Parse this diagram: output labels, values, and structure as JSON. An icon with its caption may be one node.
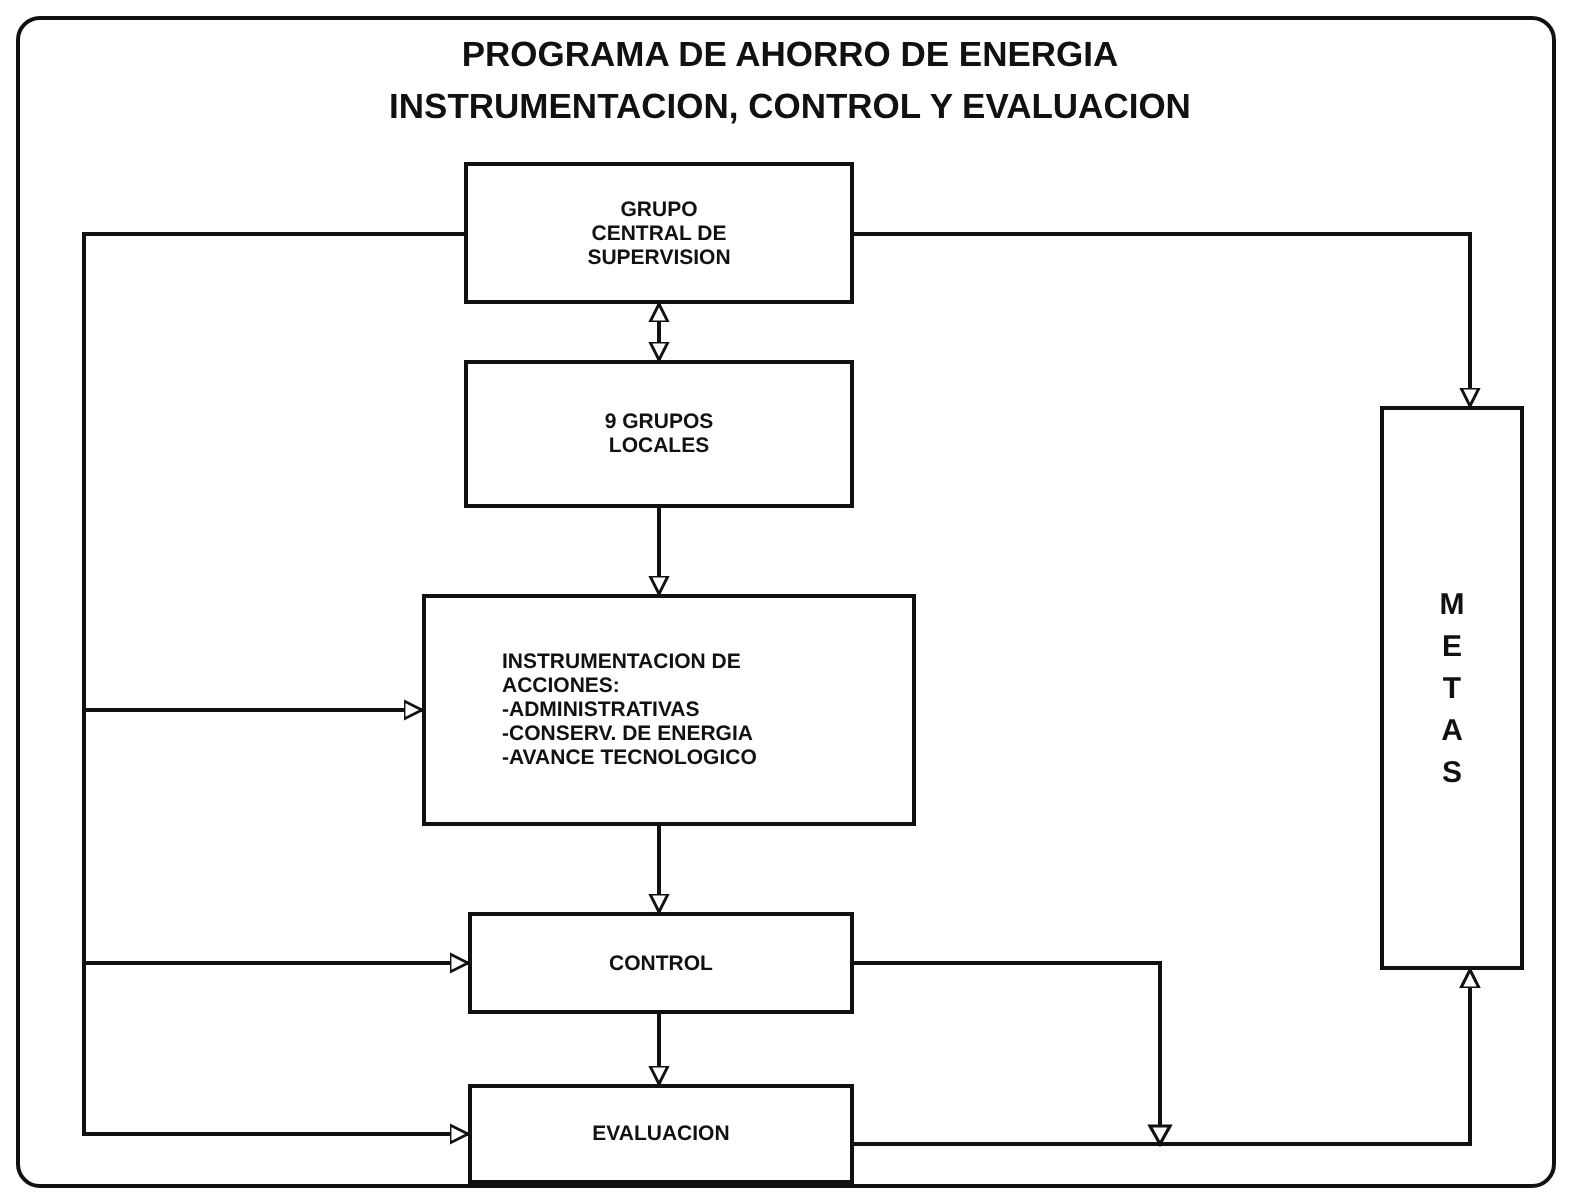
{
  "diagram": {
    "title": "PROGRAMA DE AHORRO DE ENERGIA INSTRUMENTACION, CONTROL Y EVALUACION",
    "nodes": [
      {
        "text": [
          "GRUPO CENTRAL DE SUPERVISION"
        ]
      },
      {
        "text": [
          "9 GRUPOS LOCALES"
        ]
      },
      {
        "text": [
          "INSTRUMENTACION DE ACCIONES:",
          "-ADMINISTRATIVAS",
          "-CONSERV. DE ENERGIA",
          "-AVANCE TECNOLOGICO"
        ]
      },
      {
        "text": [
          "CONTROL"
        ]
      },
      {
        "text": [
          "EVALUACION"
        ]
      },
      {
        "text": [
          "METAS"
        ]
      }
    ],
    "edges": [
      {
        "from": 0,
        "to": 1,
        "arrow": "both"
      },
      {
        "from": 1,
        "to": 2,
        "arrow": "to"
      },
      {
        "from": 2,
        "to": 3,
        "arrow": "to"
      },
      {
        "from": 3,
        "to": 4,
        "arrow": "to"
      },
      {
        "from": 0,
        "to": 5,
        "arrow": "to"
      },
      {
        "from": 0,
        "to": 2,
        "arrow": "to"
      },
      {
        "from": 0,
        "to": 3,
        "arrow": "to"
      },
      {
        "from": 0,
        "to": 4,
        "arrow": "to"
      },
      {
        "from": 3,
        "to": 5,
        "arrow": "to"
      },
      {
        "from": 4,
        "to": 5,
        "arrow": "to"
      }
    ]
  }
}
